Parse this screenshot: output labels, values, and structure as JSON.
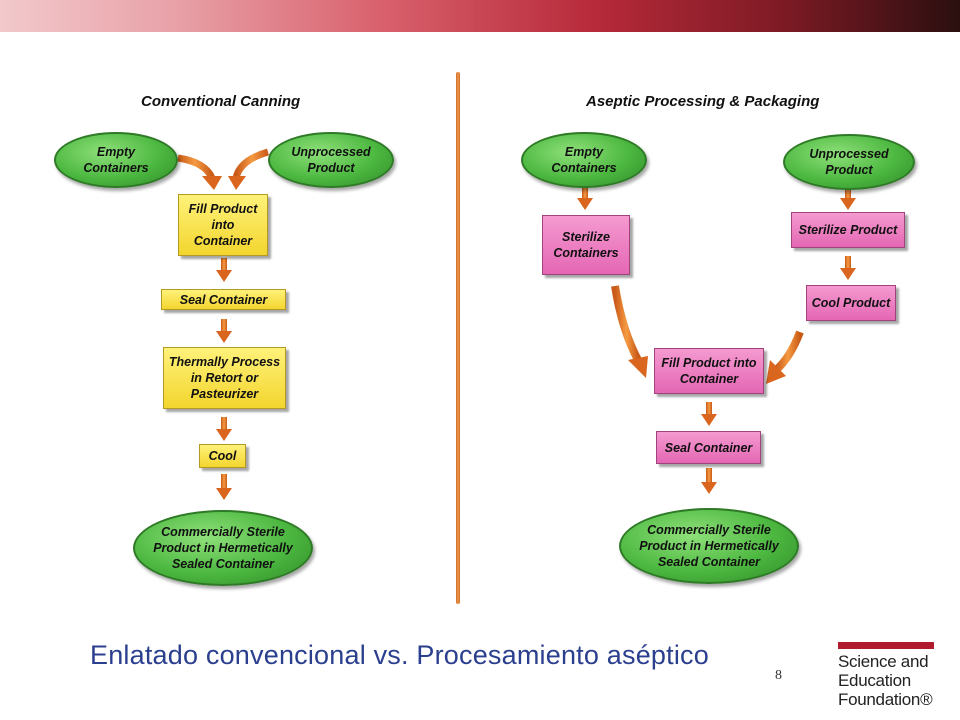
{
  "left": {
    "heading": "Conventional Canning",
    "nodes": {
      "empty": "Empty\nContainers",
      "unprocessed": "Unprocessed\nProduct",
      "fill": "Fill Product\ninto\nContainer",
      "seal": "Seal Container",
      "thermal": "Thermally Process\nin Retort or\nPasteurizer",
      "cool": "Cool",
      "sterile": "Commercially Sterile\nProduct in Hermetically\nSealed Container"
    }
  },
  "right": {
    "heading": "Aseptic Processing & Packaging",
    "nodes": {
      "empty": "Empty\nContainers",
      "unprocessed": "Unprocessed\nProduct",
      "sterilize_containers": "Sterilize\nContainers",
      "sterilize_product": "Sterilize Product",
      "cool_product": "Cool Product",
      "fill": "Fill Product into\nContainer",
      "seal": "Seal Container",
      "sterile": "Commercially Sterile\nProduct in Hermetically\nSealed Container"
    }
  },
  "caption": "Enlatado convencional vs. Procesamiento aséptico",
  "page_number": "8",
  "logo": {
    "line1": "Science and",
    "line2": "Education",
    "line3": "Foundation®"
  },
  "colors": {
    "oval_green": "#4cb840",
    "box_yellow": "#f3d52e",
    "box_pink": "#e467b4",
    "arrow_orange": "#e8762a",
    "caption_blue": "#2b3f8f",
    "brand_red": "#b01b2e"
  }
}
